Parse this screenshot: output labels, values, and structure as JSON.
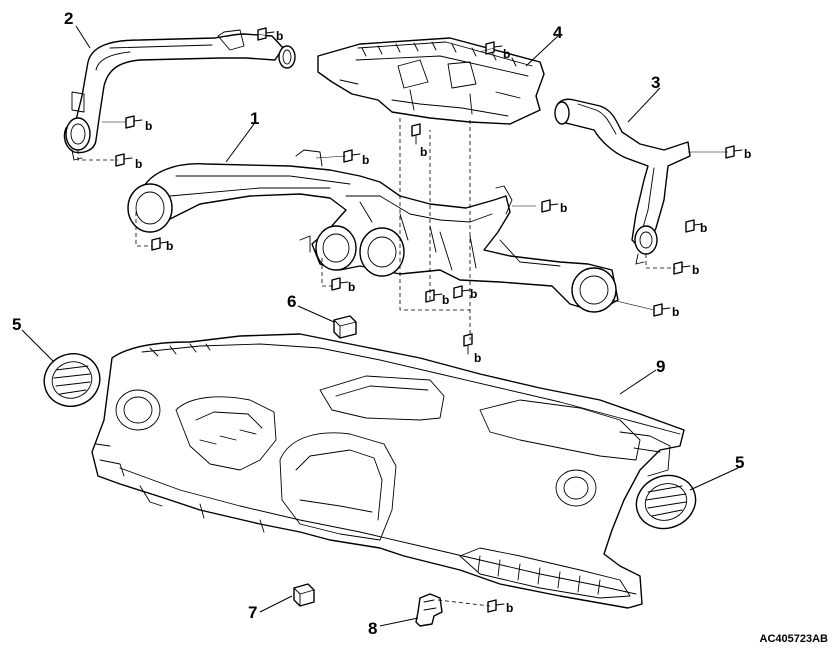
{
  "diagram": {
    "reference_code": "AC405723AB",
    "bolt_label": "b",
    "callouts": [
      {
        "id": "c1",
        "number": "1"
      },
      {
        "id": "c2",
        "number": "2"
      },
      {
        "id": "c3",
        "number": "3"
      },
      {
        "id": "c4",
        "number": "4"
      },
      {
        "id": "c5a",
        "number": "5"
      },
      {
        "id": "c5b",
        "number": "5"
      },
      {
        "id": "c6",
        "number": "6"
      },
      {
        "id": "c7",
        "number": "7"
      },
      {
        "id": "c8",
        "number": "8"
      },
      {
        "id": "c9",
        "number": "9"
      }
    ]
  }
}
